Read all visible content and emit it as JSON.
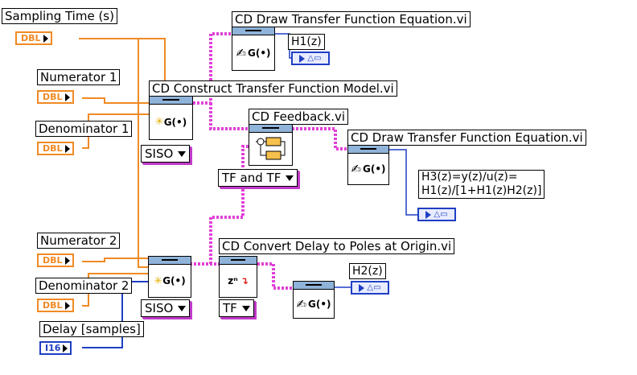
{
  "controls": {
    "sampling_time": {
      "label": "Sampling Time (s)",
      "type": "DBL"
    },
    "numerator1": {
      "label": "Numerator 1",
      "type": "DBL"
    },
    "denominator1": {
      "label": "Denominator 1",
      "type": "DBL"
    },
    "numerator2": {
      "label": "Numerator 2",
      "type": "DBL"
    },
    "denominator2": {
      "label": "Denominator 2",
      "type": "DBL"
    },
    "delay": {
      "label": "Delay [samples]",
      "type": "I16"
    }
  },
  "subvis": {
    "draw_tf_1": {
      "label": "CD Draw Transfer Function Equation.vi",
      "icon": "G(•)"
    },
    "construct_tf": {
      "label": "CD Construct Transfer Function Model.vi",
      "icon": "G(•)"
    },
    "feedback": {
      "label": "CD Feedback.vi"
    },
    "draw_tf_3": {
      "label": "CD Draw Transfer Function Equation.vi",
      "icon": "G(•)"
    },
    "convert_delay": {
      "label": "CD Convert Delay to Poles at Origin.vi",
      "icon": "zⁿ"
    },
    "construct_tf_2": {
      "icon": "G(•)"
    },
    "draw_tf_2": {
      "icon": "G(•)"
    }
  },
  "rings": {
    "siso1": "SISO",
    "tf_and_tf": "TF and TF",
    "siso2": "SISO",
    "tf": "TF"
  },
  "indicators": {
    "h1": {
      "label": "H1(z)"
    },
    "h3": {
      "label_line1": "H3(z)=y(z)/u(z)=",
      "label_line2": "H1(z)/[1+H1(z)H2(z)]"
    },
    "h2": {
      "label": "H2(z)"
    }
  },
  "colors": {
    "numeric_wire": "#f08a24",
    "tf_wire": "#e040d8",
    "integer_wire": "#1f3fc4",
    "connector_pane": "#8fb3d9"
  }
}
